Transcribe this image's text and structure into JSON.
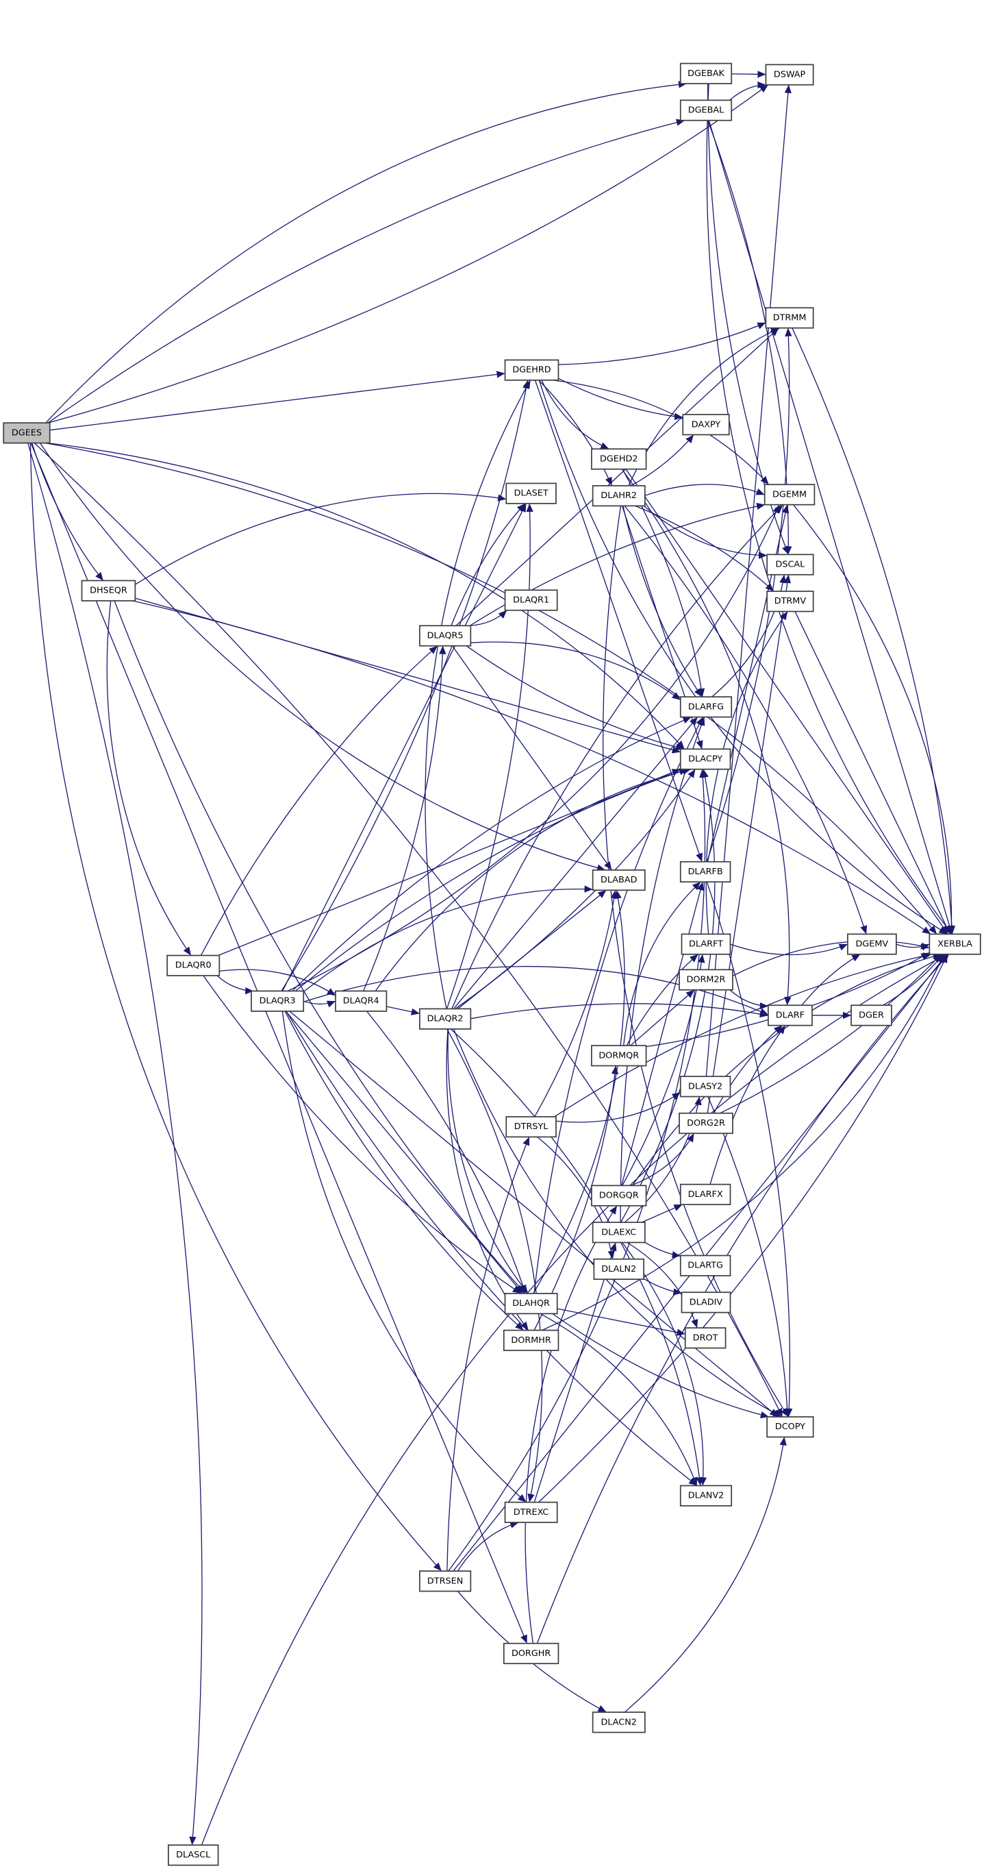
{
  "graph": {
    "title": "DGEES call graph",
    "edge_color": "#191970",
    "root_fill": "#bfbfbf",
    "nodes": [
      {
        "id": "DGEES",
        "label": "DGEES",
        "root": true
      },
      {
        "id": "DGEBAK",
        "label": "DGEBAK"
      },
      {
        "id": "DGEBAL",
        "label": "DGEBAL"
      },
      {
        "id": "DSWAP",
        "label": "DSWAP"
      },
      {
        "id": "DGEHRD",
        "label": "DGEHRD"
      },
      {
        "id": "DTRMM",
        "label": "DTRMM"
      },
      {
        "id": "DAXPY",
        "label": "DAXPY"
      },
      {
        "id": "DGEHD2",
        "label": "DGEHD2"
      },
      {
        "id": "DLAHR2",
        "label": "DLAHR2"
      },
      {
        "id": "DLASET",
        "label": "DLASET"
      },
      {
        "id": "DGEMM",
        "label": "DGEMM"
      },
      {
        "id": "DSCAL",
        "label": "DSCAL"
      },
      {
        "id": "DHSEQR",
        "label": "DHSEQR"
      },
      {
        "id": "DLAQR1",
        "label": "DLAQR1"
      },
      {
        "id": "DTRMV",
        "label": "DTRMV"
      },
      {
        "id": "DLAQR5",
        "label": "DLAQR5"
      },
      {
        "id": "DLARFG",
        "label": "DLARFG"
      },
      {
        "id": "DLACPY",
        "label": "DLACPY"
      },
      {
        "id": "DLABAD",
        "label": "DLABAD"
      },
      {
        "id": "DLARFB",
        "label": "DLARFB"
      },
      {
        "id": "DLARFT",
        "label": "DLARFT"
      },
      {
        "id": "DGEMV",
        "label": "DGEMV"
      },
      {
        "id": "XERBLA",
        "label": "XERBLA"
      },
      {
        "id": "DLAQR0",
        "label": "DLAQR0"
      },
      {
        "id": "DLAQR3",
        "label": "DLAQR3"
      },
      {
        "id": "DLAQR4",
        "label": "DLAQR4"
      },
      {
        "id": "DLAQR2",
        "label": "DLAQR2"
      },
      {
        "id": "DORM2R",
        "label": "DORM2R"
      },
      {
        "id": "DLARF",
        "label": "DLARF"
      },
      {
        "id": "DGER",
        "label": "DGER"
      },
      {
        "id": "DORMQR",
        "label": "DORMQR"
      },
      {
        "id": "DLASY2",
        "label": "DLASY2"
      },
      {
        "id": "DTRSYL",
        "label": "DTRSYL"
      },
      {
        "id": "DORG2R",
        "label": "DORG2R"
      },
      {
        "id": "DORGQR",
        "label": "DORGQR"
      },
      {
        "id": "DLARFX",
        "label": "DLARFX"
      },
      {
        "id": "DLAEXC",
        "label": "DLAEXC"
      },
      {
        "id": "DLARTG",
        "label": "DLARTG"
      },
      {
        "id": "DLALN2",
        "label": "DLALN2"
      },
      {
        "id": "DLADIV",
        "label": "DLADIV"
      },
      {
        "id": "DLAHQR",
        "label": "DLAHQR"
      },
      {
        "id": "DROT",
        "label": "DROT"
      },
      {
        "id": "DORMHR",
        "label": "DORMHR"
      },
      {
        "id": "DCOPY",
        "label": "DCOPY"
      },
      {
        "id": "DLANV2",
        "label": "DLANV2"
      },
      {
        "id": "DTREXC",
        "label": "DTREXC"
      },
      {
        "id": "DTRSEN",
        "label": "DTRSEN"
      },
      {
        "id": "DORGHR",
        "label": "DORGHR"
      },
      {
        "id": "DLACN2",
        "label": "DLACN2"
      },
      {
        "id": "DLASCL",
        "label": "DLASCL"
      }
    ],
    "edges": [
      [
        "DGEES",
        "DGEBAK"
      ],
      [
        "DGEES",
        "DGEBAL"
      ],
      [
        "DGEES",
        "DGEHRD"
      ],
      [
        "DGEES",
        "DHSEQR"
      ],
      [
        "DGEES",
        "DLABAD"
      ],
      [
        "DGEES",
        "DLACPY"
      ],
      [
        "DGEES",
        "DLASCL"
      ],
      [
        "DGEES",
        "DORGHR"
      ],
      [
        "DGEES",
        "DSWAP"
      ],
      [
        "DGEES",
        "DTRSEN"
      ],
      [
        "DGEES",
        "XERBLA"
      ],
      [
        "DGEES",
        "DCOPY"
      ],
      [
        "DGEBAK",
        "DSWAP"
      ],
      [
        "DGEBAK",
        "DSCAL"
      ],
      [
        "DGEBAK",
        "XERBLA"
      ],
      [
        "DGEBAL",
        "DSWAP"
      ],
      [
        "DGEBAL",
        "DSCAL"
      ],
      [
        "DGEBAL",
        "XERBLA"
      ],
      [
        "DGEHRD",
        "DAXPY"
      ],
      [
        "DGEHRD",
        "DGEHD2"
      ],
      [
        "DGEHRD",
        "DGEMM"
      ],
      [
        "DGEHRD",
        "DLAHR2"
      ],
      [
        "DGEHRD",
        "DLARFB"
      ],
      [
        "DGEHRD",
        "DTRMM"
      ],
      [
        "DGEHRD",
        "XERBLA"
      ],
      [
        "DGEHD2",
        "DLARF"
      ],
      [
        "DGEHD2",
        "DLARFG"
      ],
      [
        "DGEHD2",
        "XERBLA"
      ],
      [
        "DLAHR2",
        "DAXPY"
      ],
      [
        "DLAHR2",
        "DCOPY"
      ],
      [
        "DLAHR2",
        "DGEMM"
      ],
      [
        "DLAHR2",
        "DGEMV"
      ],
      [
        "DLAHR2",
        "DLACPY"
      ],
      [
        "DLAHR2",
        "DLARFG"
      ],
      [
        "DLAHR2",
        "DSCAL"
      ],
      [
        "DLAHR2",
        "DTRMM"
      ],
      [
        "DLAHR2",
        "DTRMV"
      ],
      [
        "DHSEQR",
        "DLACPY"
      ],
      [
        "DHSEQR",
        "DLAHQR"
      ],
      [
        "DHSEQR",
        "DLAQR0"
      ],
      [
        "DHSEQR",
        "DLASET"
      ],
      [
        "DHSEQR",
        "XERBLA"
      ],
      [
        "DLAQR0",
        "DLACPY"
      ],
      [
        "DLAQR0",
        "DLAHQR"
      ],
      [
        "DLAQR0",
        "DLAQR3"
      ],
      [
        "DLAQR0",
        "DLAQR4"
      ],
      [
        "DLAQR0",
        "DLAQR5"
      ],
      [
        "DLAQR3",
        "DCOPY"
      ],
      [
        "DLAQR3",
        "DGEHRD"
      ],
      [
        "DLAQR3",
        "DGEMM"
      ],
      [
        "DLAQR3",
        "DLABAD"
      ],
      [
        "DLAQR3",
        "DLACPY"
      ],
      [
        "DLAQR3",
        "DLAHQR"
      ],
      [
        "DLAQR3",
        "DLANV2"
      ],
      [
        "DLAQR3",
        "DLAQR4"
      ],
      [
        "DLAQR3",
        "DLARF"
      ],
      [
        "DLAQR3",
        "DLARFG"
      ],
      [
        "DLAQR3",
        "DLASET"
      ],
      [
        "DLAQR3",
        "DORMHR"
      ],
      [
        "DLAQR3",
        "DTREXC"
      ],
      [
        "DLAQR4",
        "DLACPY"
      ],
      [
        "DLAQR4",
        "DLAHQR"
      ],
      [
        "DLAQR4",
        "DLAQR2"
      ],
      [
        "DLAQR4",
        "DLAQR5"
      ],
      [
        "DLAQR2",
        "DCOPY"
      ],
      [
        "DLAQR2",
        "DGEHRD"
      ],
      [
        "DLAQR2",
        "DGEMM"
      ],
      [
        "DLAQR2",
        "DLABAD"
      ],
      [
        "DLAQR2",
        "DLACPY"
      ],
      [
        "DLAQR2",
        "DLAHQR"
      ],
      [
        "DLAQR2",
        "DLANV2"
      ],
      [
        "DLAQR2",
        "DLARF"
      ],
      [
        "DLAQR2",
        "DLARFG"
      ],
      [
        "DLAQR2",
        "DLASET"
      ],
      [
        "DLAQR2",
        "DORMHR"
      ],
      [
        "DLAQR2",
        "DTREXC"
      ],
      [
        "DLAQR5",
        "DGEMM"
      ],
      [
        "DLAQR5",
        "DLABAD"
      ],
      [
        "DLAQR5",
        "DLACPY"
      ],
      [
        "DLAQR5",
        "DLAQR1"
      ],
      [
        "DLAQR5",
        "DLARFG"
      ],
      [
        "DLAQR5",
        "DLASET"
      ],
      [
        "DLAQR5",
        "DTRMM"
      ],
      [
        "DLAHQR",
        "DCOPY"
      ],
      [
        "DLAHQR",
        "DLABAD"
      ],
      [
        "DLAHQR",
        "DLANV2"
      ],
      [
        "DLAHQR",
        "DLARFG"
      ],
      [
        "DLAHQR",
        "DROT"
      ],
      [
        "DORMHR",
        "DORMQR"
      ],
      [
        "DORMHR",
        "XERBLA"
      ],
      [
        "DORMQR",
        "DLARFB"
      ],
      [
        "DORMQR",
        "DLARFT"
      ],
      [
        "DORMQR",
        "DORM2R"
      ],
      [
        "DORMQR",
        "XERBLA"
      ],
      [
        "DORM2R",
        "DLARF"
      ],
      [
        "DORM2R",
        "XERBLA"
      ],
      [
        "DLARFB",
        "DCOPY"
      ],
      [
        "DLARFB",
        "DGEMM"
      ],
      [
        "DLARFB",
        "DTRMM"
      ],
      [
        "DLARFT",
        "DGEMV"
      ],
      [
        "DLARFT",
        "DTRMV"
      ],
      [
        "DLARF",
        "DGEMV"
      ],
      [
        "DLARF",
        "DGER"
      ],
      [
        "DGER",
        "XERBLA"
      ],
      [
        "DGEMV",
        "XERBLA"
      ],
      [
        "DGEMM",
        "XERBLA"
      ],
      [
        "DTRMM",
        "XERBLA"
      ],
      [
        "DTRMV",
        "XERBLA"
      ],
      [
        "DTRSEN",
        "DLACN2"
      ],
      [
        "DTRSEN",
        "DLACPY"
      ],
      [
        "DTRSEN",
        "DTREXC"
      ],
      [
        "DTRSEN",
        "DTRSYL"
      ],
      [
        "DTRSEN",
        "XERBLA"
      ],
      [
        "DTRSYL",
        "DLABAD"
      ],
      [
        "DTRSYL",
        "DLASY2"
      ],
      [
        "DTRSYL",
        "DLALN2"
      ],
      [
        "DTRSYL",
        "XERBLA"
      ],
      [
        "DTREXC",
        "DLAEXC"
      ],
      [
        "DTREXC",
        "XERBLA"
      ],
      [
        "DLAEXC",
        "DLACPY"
      ],
      [
        "DLAEXC",
        "DLANV2"
      ],
      [
        "DLAEXC",
        "DLARFG"
      ],
      [
        "DLAEXC",
        "DLARFX"
      ],
      [
        "DLAEXC",
        "DLARTG"
      ],
      [
        "DLAEXC",
        "DLASY2"
      ],
      [
        "DLAEXC",
        "DROT"
      ],
      [
        "DLASY2",
        "DCOPY"
      ],
      [
        "DLASY2",
        "DSWAP"
      ],
      [
        "DLALN2",
        "DLADIV"
      ],
      [
        "DLARFG",
        "DSCAL"
      ],
      [
        "DORGHR",
        "DORGQR"
      ],
      [
        "DORGHR",
        "XERBLA"
      ],
      [
        "DORGQR",
        "DLARFB"
      ],
      [
        "DORGQR",
        "DLARFT"
      ],
      [
        "DORGQR",
        "DORG2R"
      ],
      [
        "DORGQR",
        "XERBLA"
      ],
      [
        "DORG2R",
        "DLARF"
      ],
      [
        "DORG2R",
        "DSCAL"
      ],
      [
        "DORG2R",
        "XERBLA"
      ],
      [
        "DLACN2",
        "DCOPY"
      ],
      [
        "DLASCL",
        "XERBLA"
      ],
      [
        "DLARFX",
        "DLARF"
      ]
    ]
  }
}
